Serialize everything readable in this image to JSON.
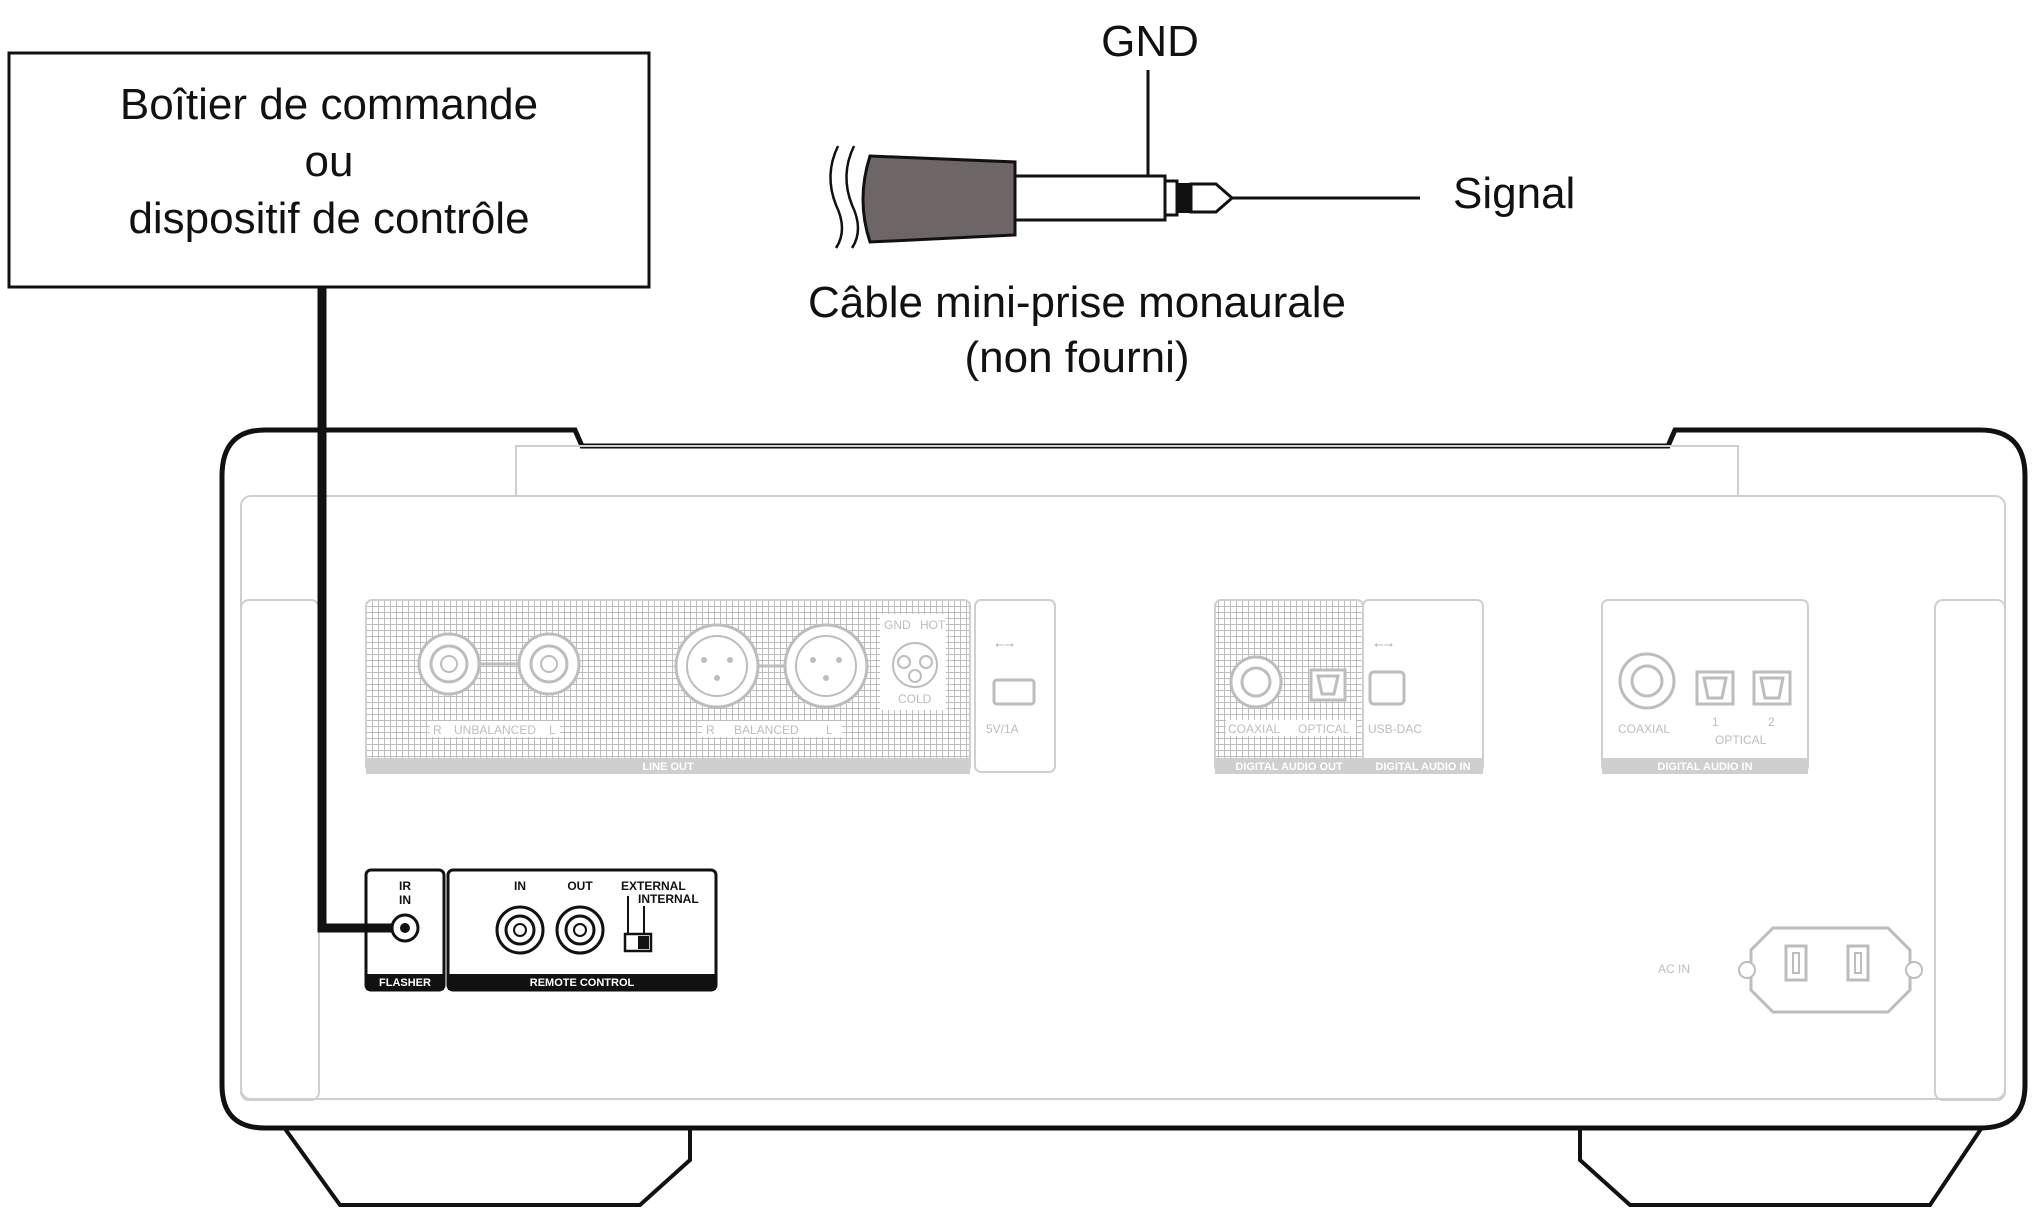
{
  "control_box": {
    "line1": "Boîtier de commande",
    "line2": "ou",
    "line3": "dispositif de contrôle"
  },
  "cable": {
    "gnd_label": "GND",
    "signal_label": "Signal",
    "caption_line1": "Câble mini-prise monaurale",
    "caption_line2": "(non fourni)"
  },
  "panel_labels": {
    "line_out": "LINE OUT",
    "unbalanced": "UNBALANCED",
    "balanced": "BALANCED",
    "r": "R",
    "l": "L",
    "gnd": "GND",
    "cold": "COLD",
    "hot": "HOT",
    "usb_power": "5V/1A",
    "coaxial_out": "COAXIAL",
    "optical_out": "OPTICAL",
    "digital_audio_out": "DIGITAL AUDIO OUT",
    "usb_dac": "USB-DAC",
    "digital_audio_in_usb": "DIGITAL AUDIO IN",
    "coaxial_in": "COAXIAL",
    "optical_in": "OPTICAL",
    "optical_1": "1",
    "optical_2": "2",
    "digital_audio_in": "DIGITAL AUDIO IN",
    "ir": "IR",
    "ir_in": "IN",
    "flasher": "FLASHER",
    "rc_in": "IN",
    "rc_out": "OUT",
    "external": "EXTERNAL",
    "internal": "INTERNAL",
    "remote_control": "REMOTE CONTROL",
    "ac_in": "AC IN"
  }
}
